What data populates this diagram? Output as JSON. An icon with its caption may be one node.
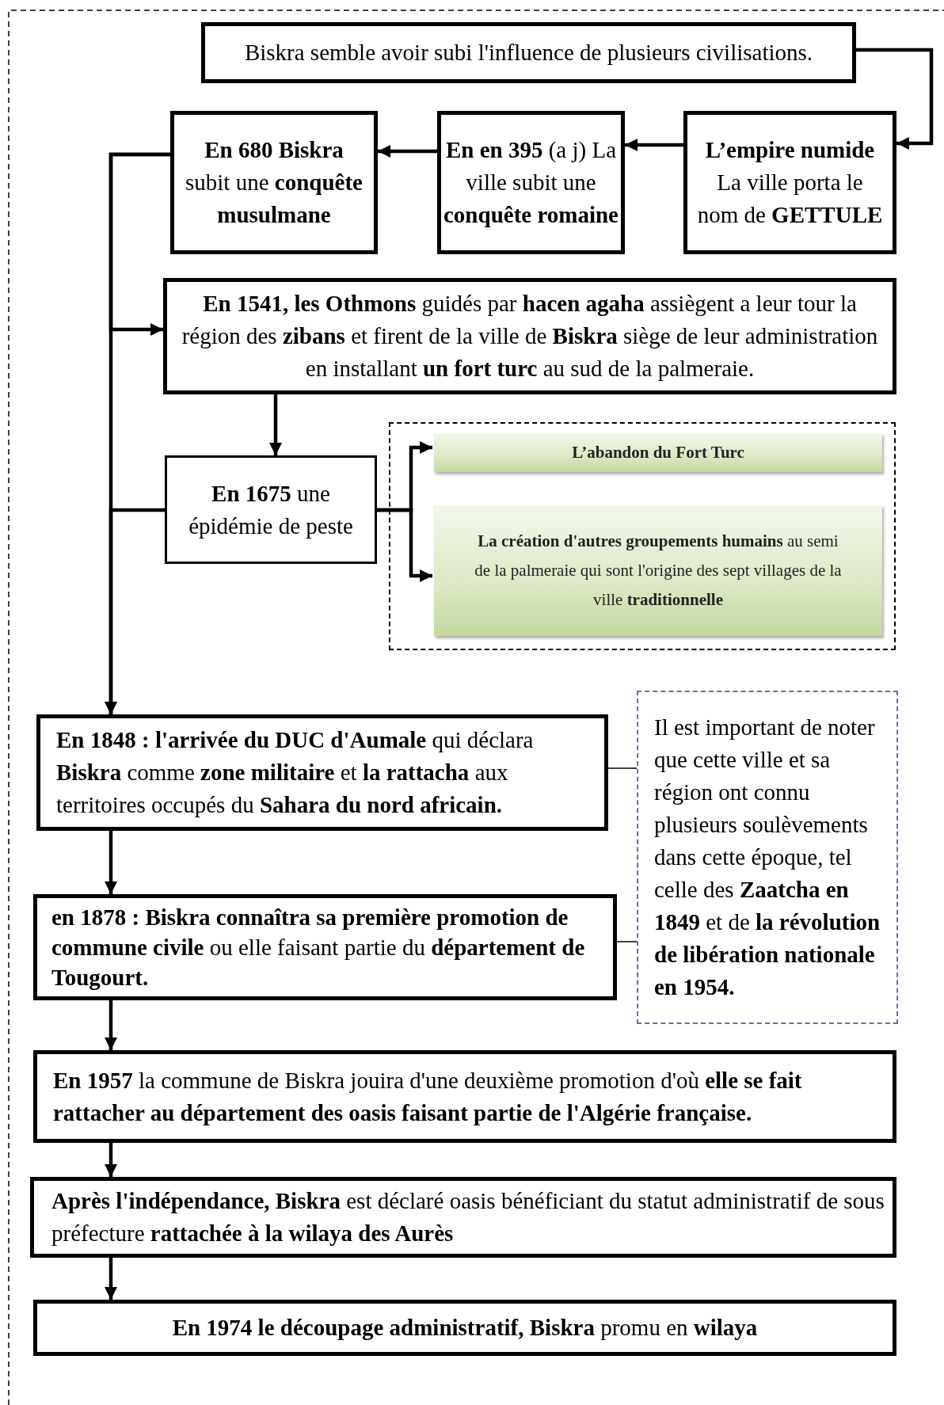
{
  "diagram": {
    "nodes": [
      {
        "text": [
          "Biskra semble avoir subi l'influence de plusieurs civilisations."
        ]
      },
      {
        "text": [
          "**L’empire numide** La ville porta le nom de **GETTULE**"
        ]
      },
      {
        "text": [
          "**En en 395** (a j) La ville subit une **conquête romaine**"
        ]
      },
      {
        "text": [
          "**En 680  Biskra** subit une **conquête musulmane**"
        ]
      },
      {
        "text": [
          "**En  1541, les Othmons** guidés par **hacen agaha**  assiègent a leur tour la région des **zibans** et firent  de la ville de **Biskra** siège de leur administration  en installant **un fort turc** au sud de la palmeraie."
        ]
      },
      {
        "text": [
          "**En 1675** une épidémie de peste"
        ]
      },
      {
        "text": [],
        "shape": "box"
      },
      {
        "text": [
          "L’abandon du Fort Turc"
        ],
        "in": 6
      },
      {
        "text": [
          "**La création  d'autres groupements humains** au semi de la palmeraie  qui sont l'origine des sept villages de la ville **traditionnelle**"
        ],
        "in": 6
      },
      {
        "text": [
          "**En 1848 : l'arrivée du DUC d'Aumale** qui déclara **Biskra** comme **zone militaire** et **la rattacha** aux territoires occupés du **Sahara du nord africain.**"
        ]
      },
      {
        "text": [
          "Il est important de noter que cette ville et sa région ont connu plusieurs soulèvements dans cette époque, tel celle des **Zaatcha en 1849** et de **la révolution de libération nationale en 1954.**"
        ]
      },
      {
        "text": [
          "**en 1878 : Biskra connaîtra sa première promotion de commune civile** ou elle faisant partie du **département de Tougourt.**"
        ]
      },
      {
        "text": [
          "**En 1957** la commune de Biskra jouira d'une deuxième promotion  d'où **elle se fait rattacher au département des oasis faisant partie de l'Algérie française.**"
        ]
      },
      {
        "text": [
          "**Après l'indépendance, Biskra** est déclaré  oasis bénéficiant du statut administratif de sous préfecture **rattachée  à la wilaya des Aurès**"
        ]
      },
      {
        "text": [
          "**En 1974 le découpage administratif, Biskra** promu en **wilaya**"
        ]
      }
    ],
    "edges": [
      {
        "from": 0,
        "to": 1,
        "arrow": "to"
      },
      {
        "from": 1,
        "to": 2,
        "arrow": "to"
      },
      {
        "from": 2,
        "to": 3,
        "arrow": "to"
      },
      {
        "from": 3,
        "to": 4,
        "arrow": "to"
      },
      {
        "from": 3,
        "to": 9,
        "arrow": "to"
      },
      {
        "from": 4,
        "to": 5,
        "arrow": "to"
      },
      {
        "from": 5,
        "to": 9,
        "arrow": "to"
      },
      {
        "from": 5,
        "to": 7,
        "arrow": "to"
      },
      {
        "from": 5,
        "to": 8,
        "arrow": "to"
      },
      {
        "from": 9,
        "to": 10,
        "arrow": "none"
      },
      {
        "from": 11,
        "to": 10,
        "arrow": "none"
      },
      {
        "from": 9,
        "to": 11,
        "arrow": "to"
      },
      {
        "from": 11,
        "to": 12,
        "arrow": "to"
      },
      {
        "from": 12,
        "to": 13,
        "arrow": "to"
      },
      {
        "from": 13,
        "to": 14,
        "arrow": "to"
      }
    ]
  }
}
